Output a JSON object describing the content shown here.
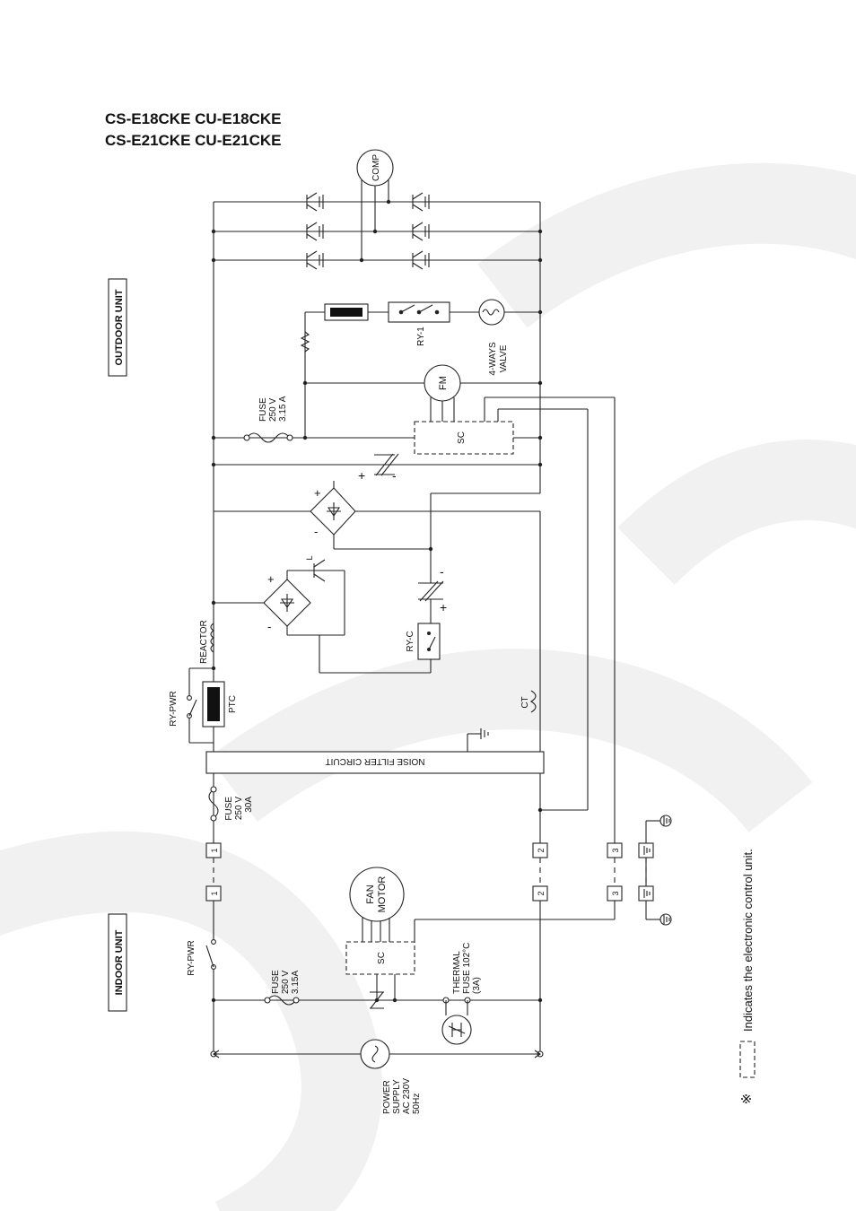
{
  "titles": {
    "line1": "CS-E18CKE  CU-E18CKE",
    "line2": "CS-E21CKE  CU-E21CKE"
  },
  "units": {
    "outdoor": "OUTDOOR UNIT",
    "indoor": "INDOOR UNIT"
  },
  "labels": {
    "comp": "COMP",
    "fm": "FM",
    "sc": "SC",
    "ry1": "RY-1",
    "valve1": "4-WAYS",
    "valve2": "VALVE",
    "fuse_out_1": "FUSE",
    "fuse_out_2": "250 V",
    "fuse_out_3": "3.15 A",
    "reactor": "REACTOR",
    "ry_pwr": "RY-PWR",
    "ptc": "PTC",
    "ry_c": "RY-C",
    "ct": "CT",
    "noise_filter": "NOISE FILTER CIRCUIT",
    "fuse_30_1": "FUSE",
    "fuse_30_2": "250 V",
    "fuse_30_3": "30A",
    "fan1": "FAN",
    "fan2": "MOTOR",
    "fuse_in_1": "FUSE",
    "fuse_in_2": "250 V",
    "fuse_in_3": "3.15A",
    "thermal1": "THERMAL",
    "thermal2": "FUSE 102°C",
    "thermal3": "(3A)",
    "power1": "POWER",
    "power2": "SUPPLY",
    "power3": "AC 230V",
    "power4": "50Hz",
    "t1": "1",
    "t2": "2",
    "t3": "3",
    "plus": "+",
    "minus": "-",
    "letter_l": "L",
    "note_mark": "※",
    "note": "Indicates the electronic control unit."
  }
}
